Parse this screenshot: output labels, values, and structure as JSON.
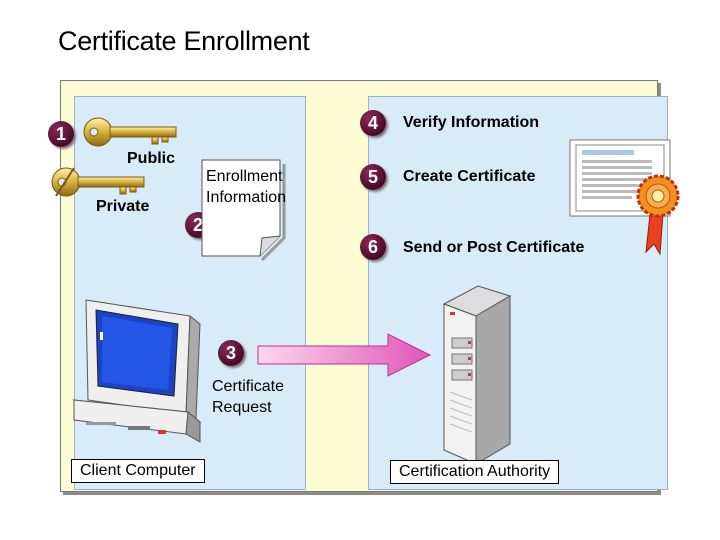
{
  "title": "Certificate Enrollment",
  "steps": {
    "s1": "1",
    "s2": "2",
    "s3": "3",
    "s4": "4",
    "s5": "5",
    "s6": "6"
  },
  "labels": {
    "public": "Public",
    "private": "Private",
    "enrollment_line1": "Enrollment",
    "enrollment_line2": "Information",
    "request_line1": "Certificate",
    "request_line2": "Request",
    "verify": "Verify Information",
    "create": "Create Certificate",
    "send": "Send or Post Certificate",
    "client": "Client Computer",
    "ca": "Certification Authority"
  },
  "icons": [
    "key-icon",
    "document-icon",
    "certificate-icon",
    "ribbon-seal-icon",
    "computer-icon",
    "server-icon",
    "arrow-icon"
  ],
  "colors": {
    "badge": "#6a1a40",
    "panel": "#d8ebf8",
    "frame": "#fefcd2",
    "arrow": "#e055b8",
    "key": "#d8b040"
  }
}
